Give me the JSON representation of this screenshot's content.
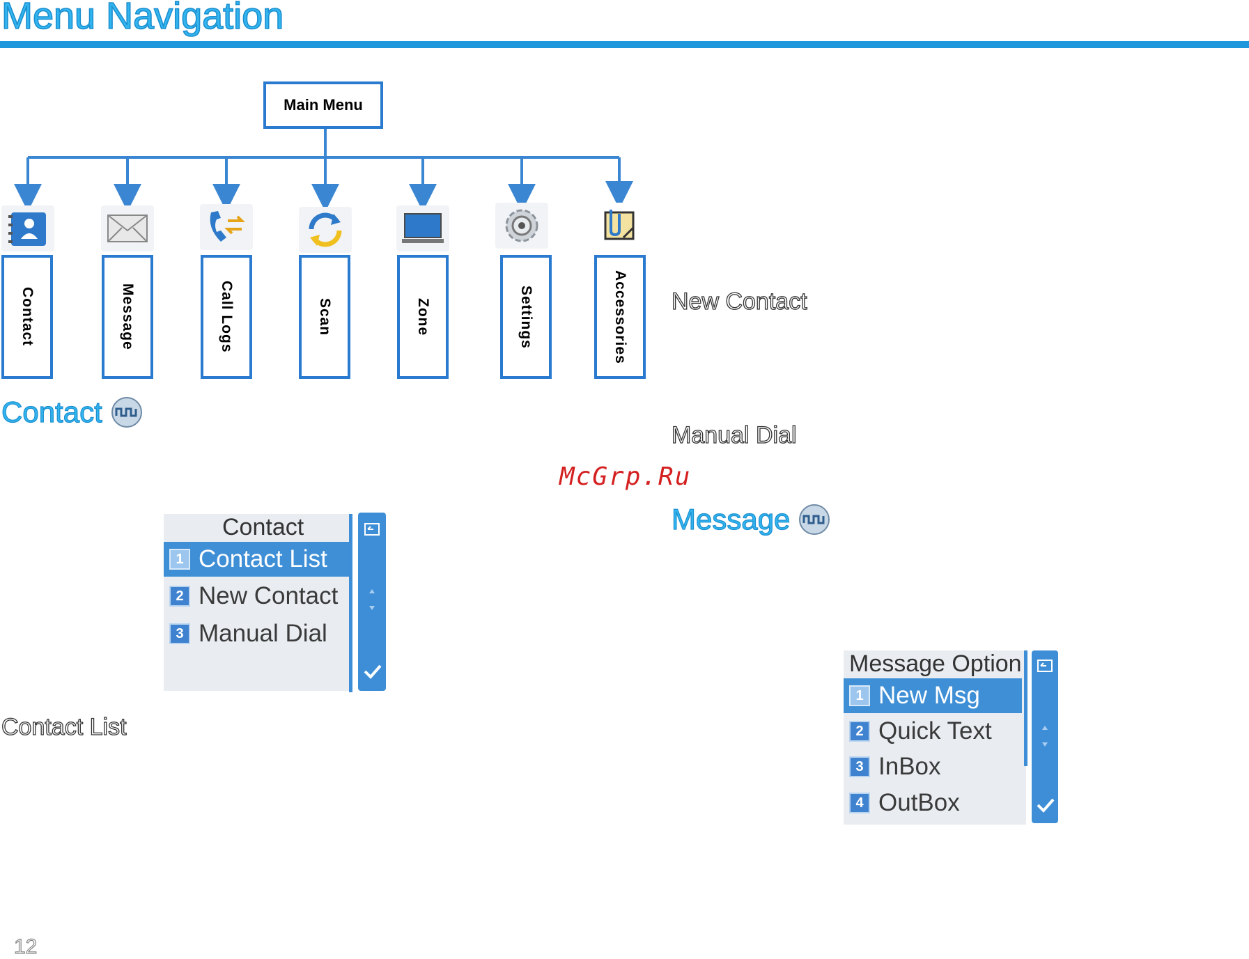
{
  "page": {
    "title": "Menu Navigation",
    "page_number": "12",
    "watermark": "McGrp.Ru"
  },
  "tree": {
    "root": "Main Menu",
    "items": [
      {
        "label": "Contact",
        "icon": "contact-book-icon"
      },
      {
        "label": "Message",
        "icon": "envelope-icon"
      },
      {
        "label": "Call Logs",
        "icon": "phone-transfer-icon"
      },
      {
        "label": "Scan",
        "icon": "refresh-icon"
      },
      {
        "label": "Zone",
        "icon": "monitor-icon"
      },
      {
        "label": "Settings",
        "icon": "gear-icon"
      },
      {
        "label": "Accessories",
        "icon": "paperclip-note-icon"
      }
    ]
  },
  "contact_section": {
    "heading": "Contact",
    "screen": {
      "title": "Contact",
      "rows": [
        {
          "num": "1",
          "label": "Contact List",
          "selected": true
        },
        {
          "num": "2",
          "label": "New Contact",
          "selected": false
        },
        {
          "num": "3",
          "label": "Manual Dial",
          "selected": false
        }
      ]
    },
    "items": [
      "Contact List",
      "New Contact",
      "Manual Dial"
    ]
  },
  "message_section": {
    "heading": "Message",
    "screen": {
      "title": "Message Option",
      "rows": [
        {
          "num": "1",
          "label": "New Msg",
          "selected": true
        },
        {
          "num": "2",
          "label": "Quick Text",
          "selected": false
        },
        {
          "num": "3",
          "label": "InBox",
          "selected": false
        },
        {
          "num": "4",
          "label": "OutBox",
          "selected": false
        }
      ]
    }
  },
  "colors": {
    "accent": "#33b5ef",
    "rule": "#1f97dd",
    "box_border": "#2a7bd0",
    "selected_row": "#3f8fd6"
  }
}
